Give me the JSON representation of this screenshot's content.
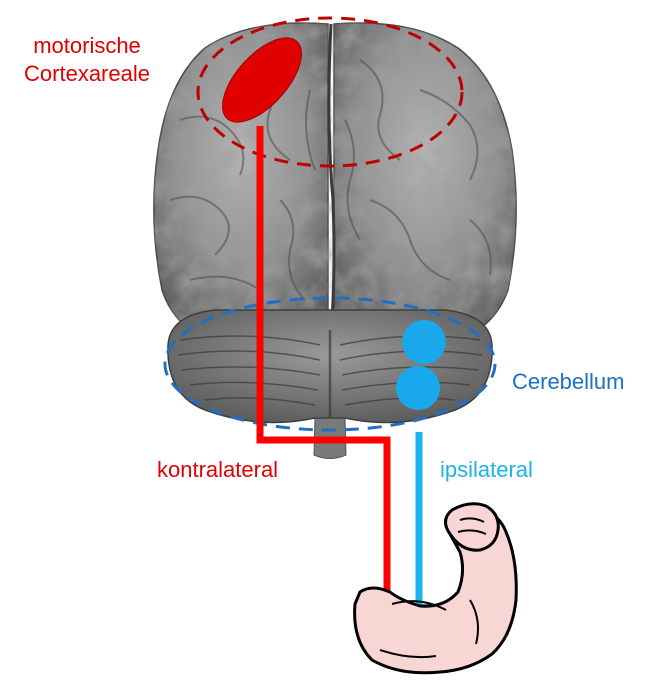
{
  "labels": {
    "motor_cortex_line1": "motorische",
    "motor_cortex_line2": "Cortexareale",
    "cerebellum": "Cerebellum",
    "contralateral": "kontralateral",
    "ipsilateral": "ipsilateral"
  },
  "colors": {
    "motor": "#e00000",
    "motor_dark": "#c00000",
    "cerebellum": "#1f6fc4",
    "cerebellum_spot": "#1aa8ec",
    "ipsi_path": "#19b4ea",
    "contra_path": "#ff0000",
    "brain_gray": "#8f8f8f",
    "arm_skin": "#f8d6d4"
  },
  "icons": {
    "brain": "brain-illustration",
    "arm": "flexed-arm-illustration"
  }
}
